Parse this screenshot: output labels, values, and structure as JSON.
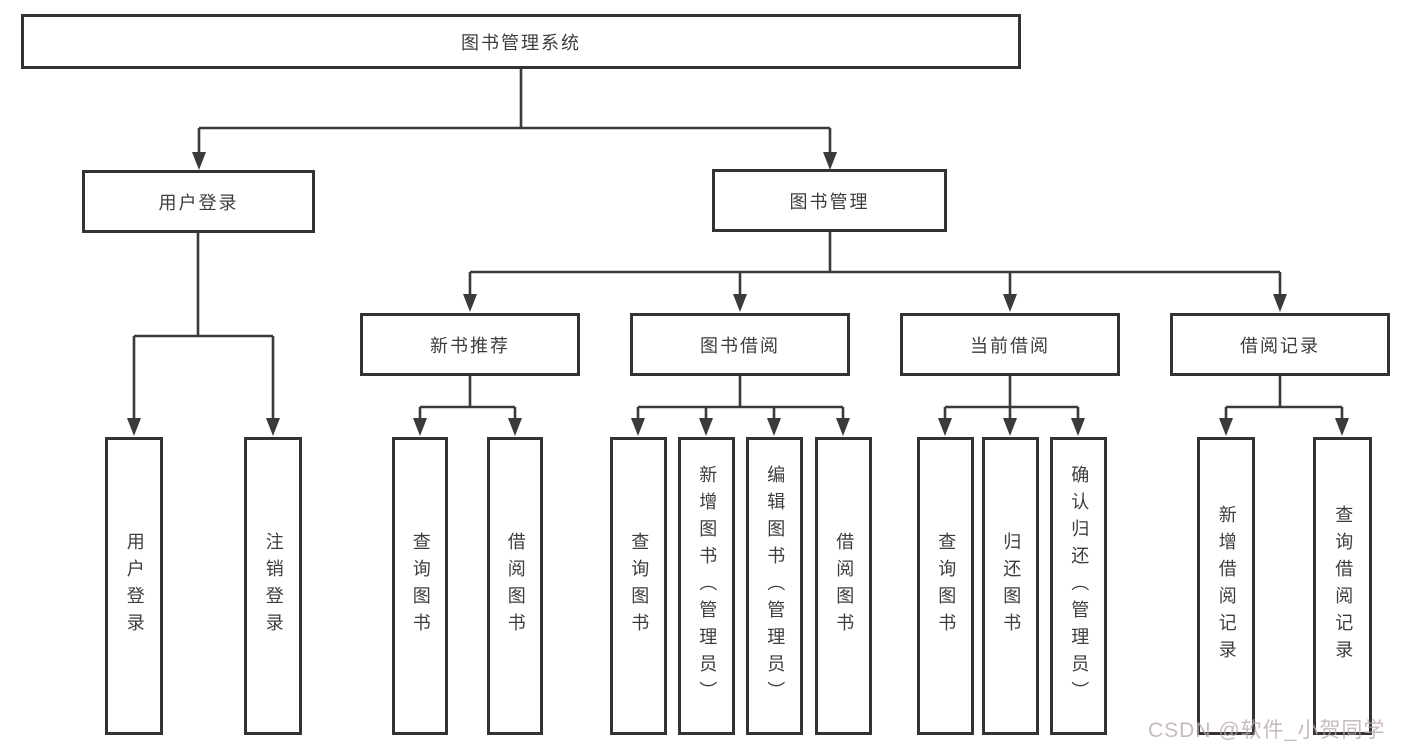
{
  "diagram": {
    "title": "图书管理系统",
    "root": {
      "label": "图书管理系统"
    },
    "branches": {
      "user_login": {
        "label": "用户登录",
        "children": [
          {
            "label": "用户登录"
          },
          {
            "label": "注销登录"
          }
        ]
      },
      "book_management": {
        "label": "图书管理",
        "children": [
          {
            "label": "新书推荐",
            "children": [
              {
                "label": "查询图书"
              },
              {
                "label": "借阅图书"
              }
            ]
          },
          {
            "label": "图书借阅",
            "children": [
              {
                "label": "查询图书"
              },
              {
                "label": "新增图书（管理员）"
              },
              {
                "label": "编辑图书（管理员）"
              },
              {
                "label": "借阅图书"
              }
            ]
          },
          {
            "label": "当前借阅",
            "children": [
              {
                "label": "查询图书"
              },
              {
                "label": "归还图书"
              },
              {
                "label": "确认归还（管理员）"
              }
            ]
          },
          {
            "label": "借阅记录",
            "children": [
              {
                "label": "新增借阅记录"
              },
              {
                "label": "查询借阅记录"
              }
            ]
          }
        ]
      }
    }
  },
  "watermark": {
    "text": "CSDN @软件_小贺同学",
    "color": "#baa6a6"
  },
  "colors": {
    "line": "#3a3a3a",
    "box_border": "#333333",
    "text": "#3d3d3d",
    "background": "#ffffff"
  }
}
